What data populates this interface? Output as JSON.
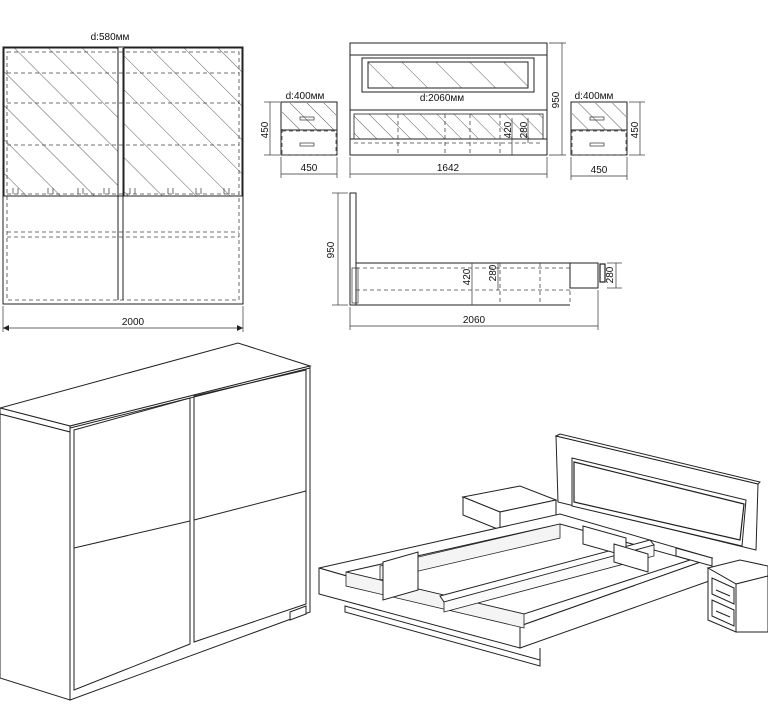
{
  "wardrobe_front": {
    "depth_label": "d:580мм",
    "width_label": "2000"
  },
  "nightstand_left": {
    "depth_label": "d:400мм",
    "height_label": "450",
    "width_label": "450"
  },
  "bed_front": {
    "depth_label": "d:2060мм",
    "height_label": "950",
    "width_label": "1642",
    "inner_height_label": "420",
    "drawer_height_label": "280"
  },
  "nightstand_right": {
    "depth_label": "d:400мм",
    "height_label": "450",
    "width_label": "450"
  },
  "bed_side": {
    "height_label": "950",
    "inner_height_label": "420",
    "drawer_height_label": "280",
    "side_drawer_height_label": "280",
    "length_label": "2060"
  }
}
